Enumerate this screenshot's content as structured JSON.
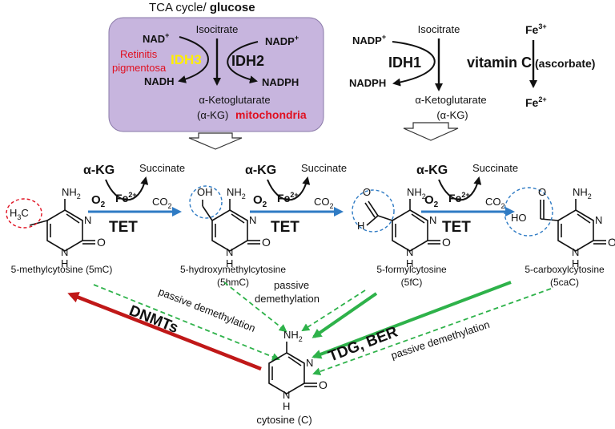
{
  "top": {
    "tca_prefix": "TCA cycle/",
    "tca_bold": "glucose",
    "mito": {
      "isocitrate": "Isocitrate",
      "nad_plus": "NAD",
      "nadh": "NADH",
      "nadp_plus": "NADP",
      "nadph": "NADPH",
      "idh3": "IDH3",
      "idh2": "IDH2",
      "retinitis": "Retinitis",
      "pigmentosa": "pigmentosa",
      "akg": "α-Ketoglutarate",
      "akg_abbr": "(α-KG)",
      "mitochondria": "mitochondria"
    },
    "cyto": {
      "nadp_plus": "NADP",
      "isocitrate": "Isocitrate",
      "idh1": "IDH1",
      "nadph": "NADPH",
      "akg": "α-Ketoglutarate",
      "akg_abbr": "(α-KG)"
    },
    "vitc": {
      "fe3": "Fe",
      "fe3_sup": "3+",
      "vitamin": "vitamin C",
      "ascorbate": "(ascorbate)",
      "fe2": "Fe",
      "fe2_sup": "2+"
    },
    "plus_sign": "+"
  },
  "tet_steps": [
    {
      "akg": "α-KG",
      "succinate": "Succinate",
      "o2": "O",
      "o2_sub": "2",
      "fe": "Fe",
      "fe_sup": "2+",
      "co2": "CO",
      "co2_sub": "2",
      "enzyme": "TET"
    },
    {
      "akg": "α-KG",
      "succinate": "Succinate",
      "o2": "O",
      "o2_sub": "2",
      "fe": "Fe",
      "fe_sup": "2+",
      "co2": "CO",
      "co2_sub": "2",
      "enzyme": "TET"
    },
    {
      "akg": "α-KG",
      "succinate": "Succinate",
      "o2": "O",
      "o2_sub": "2",
      "fe": "Fe",
      "fe_sup": "2+",
      "co2": "CO",
      "co2_sub": "2",
      "enzyme": "TET"
    }
  ],
  "molecules": [
    {
      "name": "5-methylcytosine (5mC)",
      "abbr": "",
      "group": "H3C",
      "group_h": "H",
      "group_sub": "3",
      "group_c": "C"
    },
    {
      "name": "5-hydroxymethylcytosine",
      "abbr": "(5hmC)",
      "group": "OH"
    },
    {
      "name": "5-formylcytosine",
      "abbr": "(5fC)",
      "group_h": "H",
      "group_o": "O"
    },
    {
      "name": "5-carboxylcytosine",
      "abbr": "(5caC)",
      "group_ho": "HO",
      "group_o": "O"
    }
  ],
  "ring_labels": {
    "nh2": "NH",
    "nh2_sub": "2",
    "n": "N",
    "h": "H",
    "o": "O"
  },
  "bottom": {
    "passive_demethylation": "passive demethylation",
    "passive": "passive",
    "demethylation": "demethylation",
    "dnmts": "DNMTs",
    "tdg_ber": "TDG, BER",
    "cytosine": "cytosine (C)"
  },
  "colors": {
    "mito_fill": "#c7b5de",
    "mito_stroke": "#8a7aa8",
    "red": "#e01020",
    "yellow": "#ffee00",
    "blue_arrow": "#2f7bc4",
    "green": "#2eb24a",
    "dark_red": "#c01818",
    "blue_circle": "#2f7bc4"
  }
}
